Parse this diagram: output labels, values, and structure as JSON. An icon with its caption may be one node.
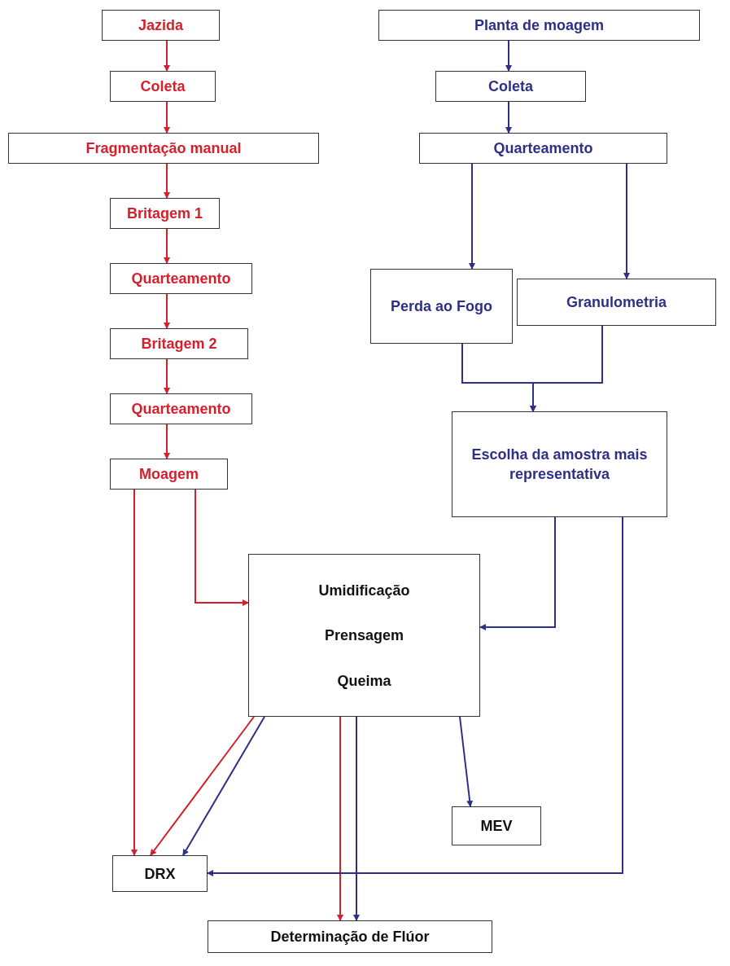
{
  "diagram": {
    "nodes": [
      {
        "text": [
          "Jazida"
        ]
      },
      {
        "text": [
          "Coleta"
        ]
      },
      {
        "text": [
          "Fragmentação manual"
        ]
      },
      {
        "text": [
          "Britagem 1"
        ]
      },
      {
        "text": [
          "Quarteamento"
        ]
      },
      {
        "text": [
          "Britagem 2"
        ]
      },
      {
        "text": [
          "Quarteamento"
        ]
      },
      {
        "text": [
          "Moagem"
        ]
      },
      {
        "text": [
          "Planta de moagem"
        ]
      },
      {
        "text": [
          "Coleta"
        ]
      },
      {
        "text": [
          "Quarteamento"
        ]
      },
      {
        "text": [
          "Perda ao Fogo"
        ]
      },
      {
        "text": [
          "Granulometria"
        ]
      },
      {
        "text": [
          "Escolha da amostra mais representativa"
        ]
      },
      {
        "text": [
          "Umidificação",
          "Prensagem",
          "Queima"
        ]
      },
      {
        "text": [
          "MEV"
        ]
      },
      {
        "text": [
          "DRX"
        ]
      },
      {
        "text": [
          "Determinação de Flúor"
        ]
      }
    ],
    "edges": [
      {
        "from": 0,
        "to": 1,
        "arrow": "to",
        "color": "#d3202c"
      },
      {
        "from": 1,
        "to": 2,
        "arrow": "to",
        "color": "#d3202c"
      },
      {
        "from": 2,
        "to": 3,
        "arrow": "to",
        "color": "#d3202c"
      },
      {
        "from": 3,
        "to": 4,
        "arrow": "to",
        "color": "#d3202c"
      },
      {
        "from": 4,
        "to": 5,
        "arrow": "to",
        "color": "#d3202c"
      },
      {
        "from": 5,
        "to": 6,
        "arrow": "to",
        "color": "#d3202c"
      },
      {
        "from": 6,
        "to": 7,
        "arrow": "to",
        "color": "#d3202c"
      },
      {
        "from": 7,
        "to": 14,
        "arrow": "to",
        "color": "#d3202c"
      },
      {
        "from": 7,
        "to": 16,
        "arrow": "to",
        "color": "#d3202c"
      },
      {
        "from": 14,
        "to": 16,
        "arrow": "to",
        "color": "#d3202c"
      },
      {
        "from": 14,
        "to": 16,
        "arrow": "to",
        "color": "#2e2f86"
      },
      {
        "from": 14,
        "to": 17,
        "arrow": "to",
        "color": "#d3202c"
      },
      {
        "from": 14,
        "to": 17,
        "arrow": "to",
        "color": "#2e2f86"
      },
      {
        "from": 14,
        "to": 15,
        "arrow": "to",
        "color": "#2e2f86"
      },
      {
        "from": 8,
        "to": 9,
        "arrow": "to",
        "color": "#2e2f86"
      },
      {
        "from": 9,
        "to": 10,
        "arrow": "to",
        "color": "#2e2f86"
      },
      {
        "from": 10,
        "to": 11,
        "arrow": "to",
        "color": "#2e2f86"
      },
      {
        "from": 10,
        "to": 12,
        "arrow": "to",
        "color": "#2e2f86"
      },
      {
        "from": 11,
        "to": 13,
        "arrow": "to",
        "color": "#2e2f86"
      },
      {
        "from": 12,
        "to": 13,
        "arrow": "to",
        "color": "#2e2f86"
      },
      {
        "from": 13,
        "to": 14,
        "arrow": "to",
        "color": "#2e2f86"
      },
      {
        "from": 13,
        "to": 16,
        "arrow": "to",
        "color": "#2e2f86"
      }
    ]
  }
}
